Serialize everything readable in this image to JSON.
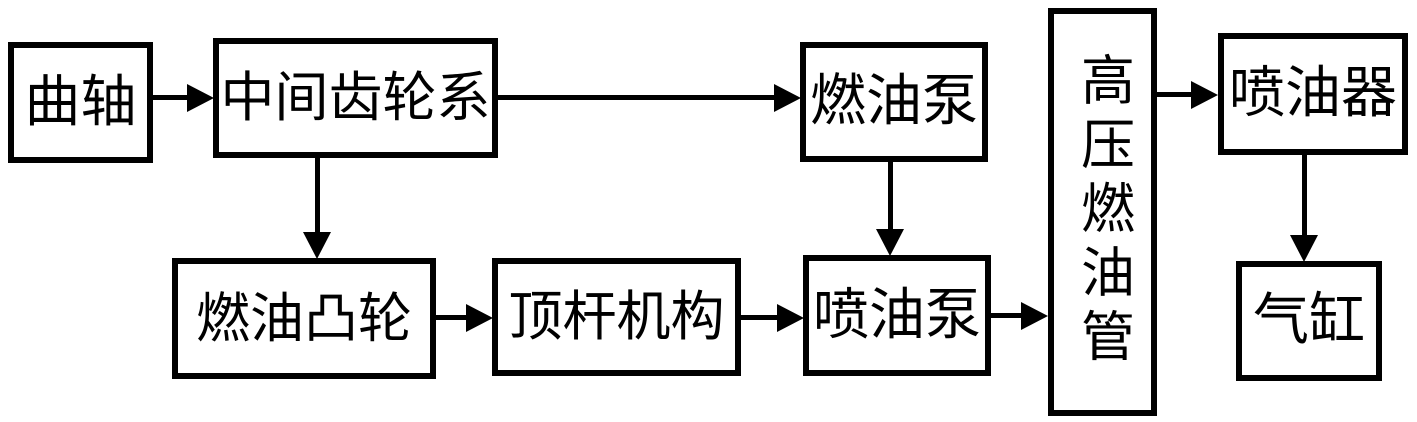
{
  "diagram": {
    "type": "flowchart",
    "background_color": "#ffffff",
    "line_color": "#000000",
    "nodes": [
      {
        "id": "crankshaft",
        "label": "曲轴",
        "text_orientation": "horizontal"
      },
      {
        "id": "intermediate-gear-train",
        "label": "中间齿轮系",
        "text_orientation": "horizontal"
      },
      {
        "id": "fuel-supply-pump",
        "label": "燃油泵",
        "text_orientation": "horizontal"
      },
      {
        "id": "high-pressure-fuel-pipe",
        "label": "高压燃油管",
        "text_orientation": "vertical"
      },
      {
        "id": "fuel-injector",
        "label": "喷油器",
        "text_orientation": "horizontal"
      },
      {
        "id": "cylinder",
        "label": "气缸",
        "text_orientation": "horizontal"
      },
      {
        "id": "fuel-cam",
        "label": "燃油凸轮",
        "text_orientation": "horizontal"
      },
      {
        "id": "pushrod-mechanism",
        "label": "顶杆机构",
        "text_orientation": "horizontal"
      },
      {
        "id": "fuel-injection-pump",
        "label": "喷油泵",
        "text_orientation": "horizontal"
      }
    ],
    "edges": [
      {
        "from": "crankshaft",
        "to": "intermediate-gear-train",
        "direction": "right"
      },
      {
        "from": "intermediate-gear-train",
        "to": "fuel-supply-pump",
        "direction": "right"
      },
      {
        "from": "intermediate-gear-train",
        "to": "fuel-cam",
        "direction": "down"
      },
      {
        "from": "fuel-supply-pump",
        "to": "fuel-injection-pump",
        "direction": "down"
      },
      {
        "from": "fuel-cam",
        "to": "pushrod-mechanism",
        "direction": "right"
      },
      {
        "from": "pushrod-mechanism",
        "to": "fuel-injection-pump",
        "direction": "right"
      },
      {
        "from": "fuel-injection-pump",
        "to": "high-pressure-fuel-pipe",
        "direction": "right"
      },
      {
        "from": "high-pressure-fuel-pipe",
        "to": "fuel-injector",
        "direction": "right"
      },
      {
        "from": "fuel-injector",
        "to": "cylinder",
        "direction": "down"
      }
    ]
  }
}
